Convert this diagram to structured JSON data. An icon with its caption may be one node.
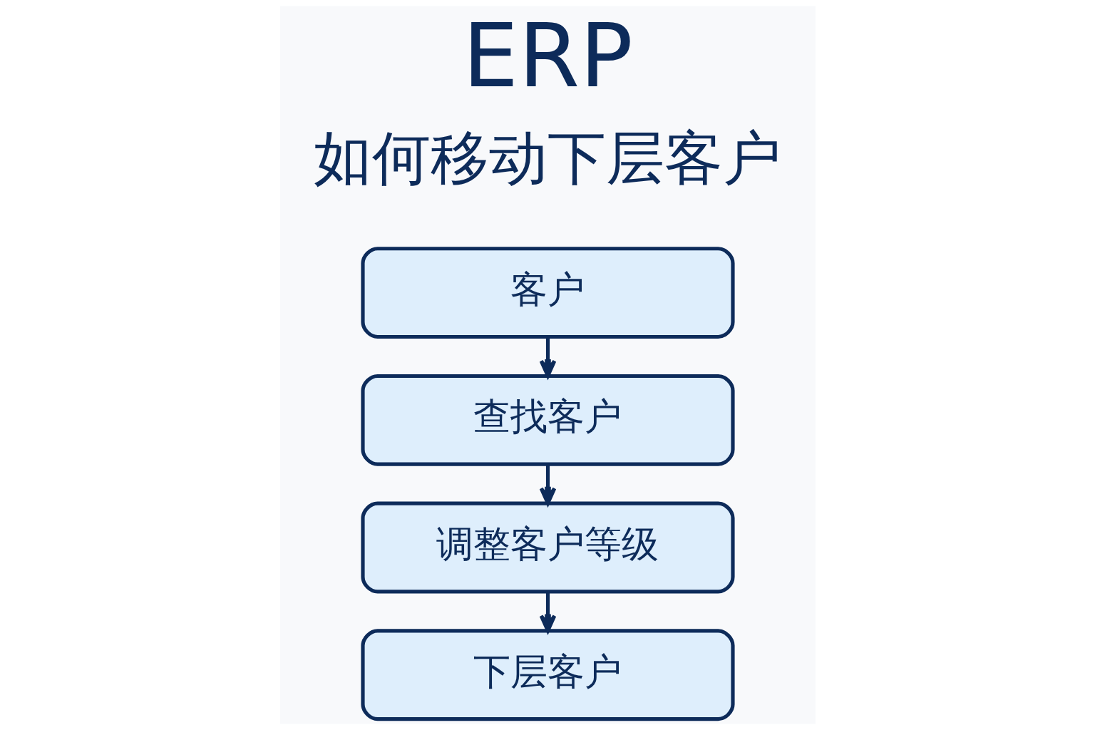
{
  "diagram": {
    "title": "ERP",
    "nodes": [
      {
        "text": [
          "客户"
        ]
      },
      {
        "text": [
          "查找客户"
        ]
      },
      {
        "text": [
          "调整客户等级"
        ]
      },
      {
        "text": [
          "下层客户"
        ]
      }
    ],
    "edges": [
      {
        "from": 0,
        "to": 1,
        "arrow": "to"
      },
      {
        "from": 1,
        "to": 2,
        "arrow": "to"
      },
      {
        "from": 2,
        "to": 3,
        "arrow": "to"
      }
    ],
    "labels": [
      "如何移动下层客户"
    ]
  }
}
